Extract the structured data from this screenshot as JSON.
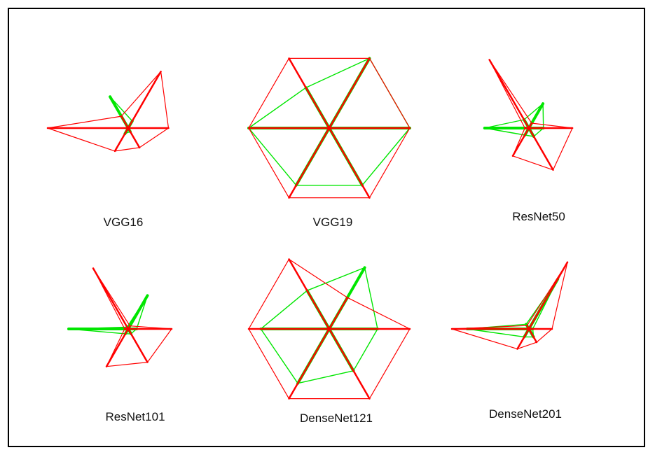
{
  "chart_data": {
    "type": "radar",
    "axes_count": 6,
    "max_value": 1.0,
    "colors": {
      "red_series": "#ff0000",
      "green_series": "#00e600"
    },
    "charts": [
      {
        "title": "VGG16",
        "red": [
          0.5,
          0.81,
          0.17,
          1.0,
          0.33,
          0.28
        ],
        "green": [
          0.0,
          0.1,
          0.45,
          0.0,
          0.08,
          0.05
        ]
      },
      {
        "title": "VGG19",
        "red": [
          1.0,
          1.0,
          1.0,
          1.0,
          1.0,
          1.0
        ],
        "green": [
          1.0,
          1.0,
          0.58,
          1.0,
          0.82,
          0.82
        ]
      },
      {
        "title": "ResNet50",
        "red": [
          0.54,
          0.07,
          0.98,
          0.05,
          0.4,
          0.6
        ],
        "green": [
          0.18,
          0.35,
          0.12,
          0.55,
          0.1,
          0.12
        ]
      },
      {
        "title": "ResNet101",
        "red": [
          0.62,
          0.05,
          1.0,
          0.05,
          0.62,
          0.55
        ],
        "green": [
          0.12,
          0.55,
          0.03,
          0.85,
          0.08,
          0.08
        ]
      },
      {
        "title": "DenseNet121",
        "red": [
          1.0,
          0.45,
          1.0,
          1.0,
          1.0,
          1.0
        ],
        "green": [
          0.6,
          0.88,
          0.55,
          0.85,
          0.78,
          0.6
        ]
      },
      {
        "title": "DenseNet201",
        "red": [
          0.3,
          1.0,
          0.05,
          1.0,
          0.3,
          0.2
        ],
        "green": [
          0.05,
          0.75,
          0.07,
          0.8,
          0.12,
          0.12
        ]
      }
    ]
  }
}
